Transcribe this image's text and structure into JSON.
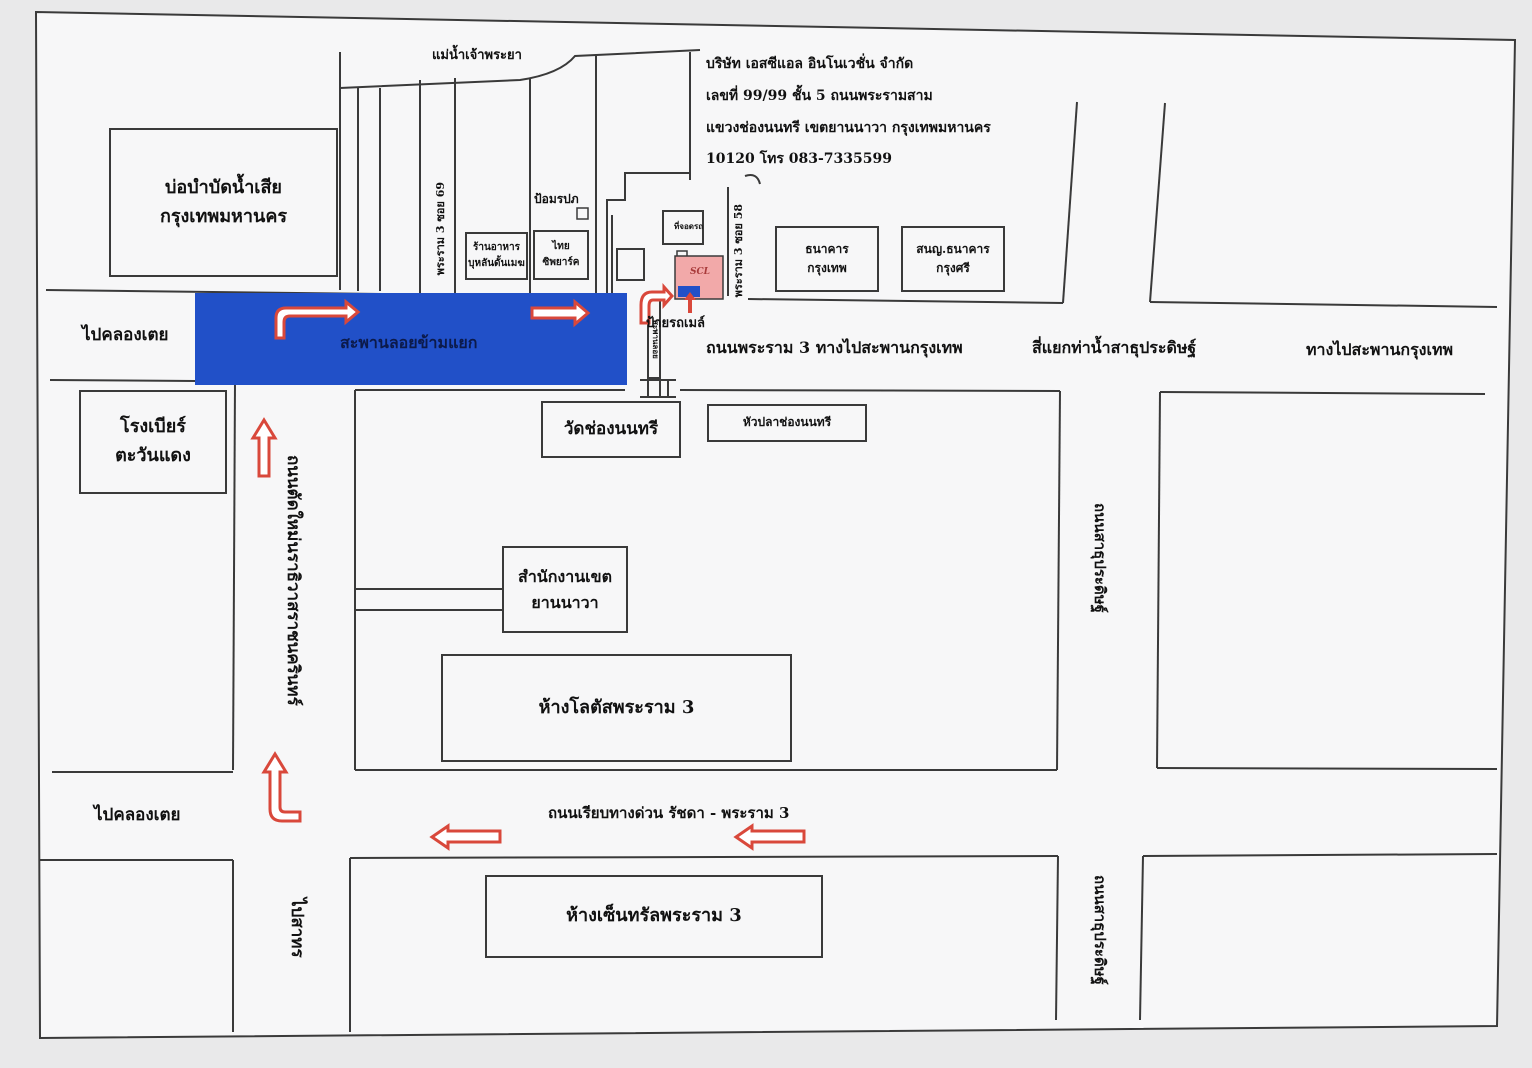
{
  "company": {
    "name": "บริษัท เอสซีแอล อินโนเวชั่น จำกัด",
    "address1": "เลขที่ 99/99 ชั้น 5 ถนนพระรามสาม",
    "address2": "แขวงช่องนนทรี เขตยานนาวา กรุงเทพมหานคร",
    "postcode_phone": "10120 โทร 083-7335599"
  },
  "labels": {
    "river": "แม่น้ำเจ้าพระยา",
    "police_box": "ป้อมรปภ",
    "bus_stop": "ป้ายรถเมล์",
    "bridge": "สะพานลอยข้ามแยก",
    "to_khlong_toei_top": "ไปคลองเตย",
    "to_khlong_toei_bottom": "ไปคลองเตย",
    "rama3_road": "ถนนพระราม 3 ทางไปสะพานกรุงเทพ",
    "intersection": "สี่แยกท่าน้ำสาธุประดิษฐ์",
    "to_krungthep_bridge": "ทางไปสะพานกรุงเทพ",
    "expressway_road": "ถนนเรียบทางด่วน รัชดา - พระราม 3",
    "to_sathorn": "ไปสาทร",
    "soi_69": "พระราม 3 ซอย 69",
    "soi_58": "พระราม 3 ซอย 58",
    "narathiwat_road": "ถนนตัดใหม่นราธิวาสราชนครินทร์",
    "sathupradit_1": "ถนนสาธุประดิษฐ์",
    "sathupradit_2": "ถนนสาธุประดิษฐ์",
    "footbridge": "สะพานลอย",
    "scl": "SCL",
    "parking": "ที่จอดรถ"
  },
  "places": {
    "wastewater": [
      "บ่อบำบัดน้ำเสีย",
      "กรุงเทพมหานคร"
    ],
    "restaurant": [
      "ร้านอาหาร",
      "บุหลันดั้นเมฆ"
    ],
    "thai_watsadu": [
      "ไทย",
      "ซิพยาร์ค"
    ],
    "bangkok_bank": [
      "ธนาคาร",
      "กรุงเทพ"
    ],
    "krungsri_bank": [
      "สนญ.ธนาคาร",
      "กรุงศรี"
    ],
    "brewery": [
      "โรงเบียร์",
      "ตะวันแดง"
    ],
    "wat": "วัดช่องนนทรี",
    "fishhead": "หัวปลาช่องนนทรี",
    "district_office": [
      "สำนักงานเขต",
      "ยานนาวา"
    ],
    "lotus": "ห้างโลตัสพระราม 3",
    "central": "ห้างเซ็นทรัลพระราม 3"
  },
  "colors": {
    "paper": "#f7f7f8",
    "background": "#e9e9ea",
    "line": "#3a3a3a",
    "bridge_blue": "#2150c8",
    "arrow_red": "#d9483b",
    "scl_pink": "#f2a9a9"
  }
}
